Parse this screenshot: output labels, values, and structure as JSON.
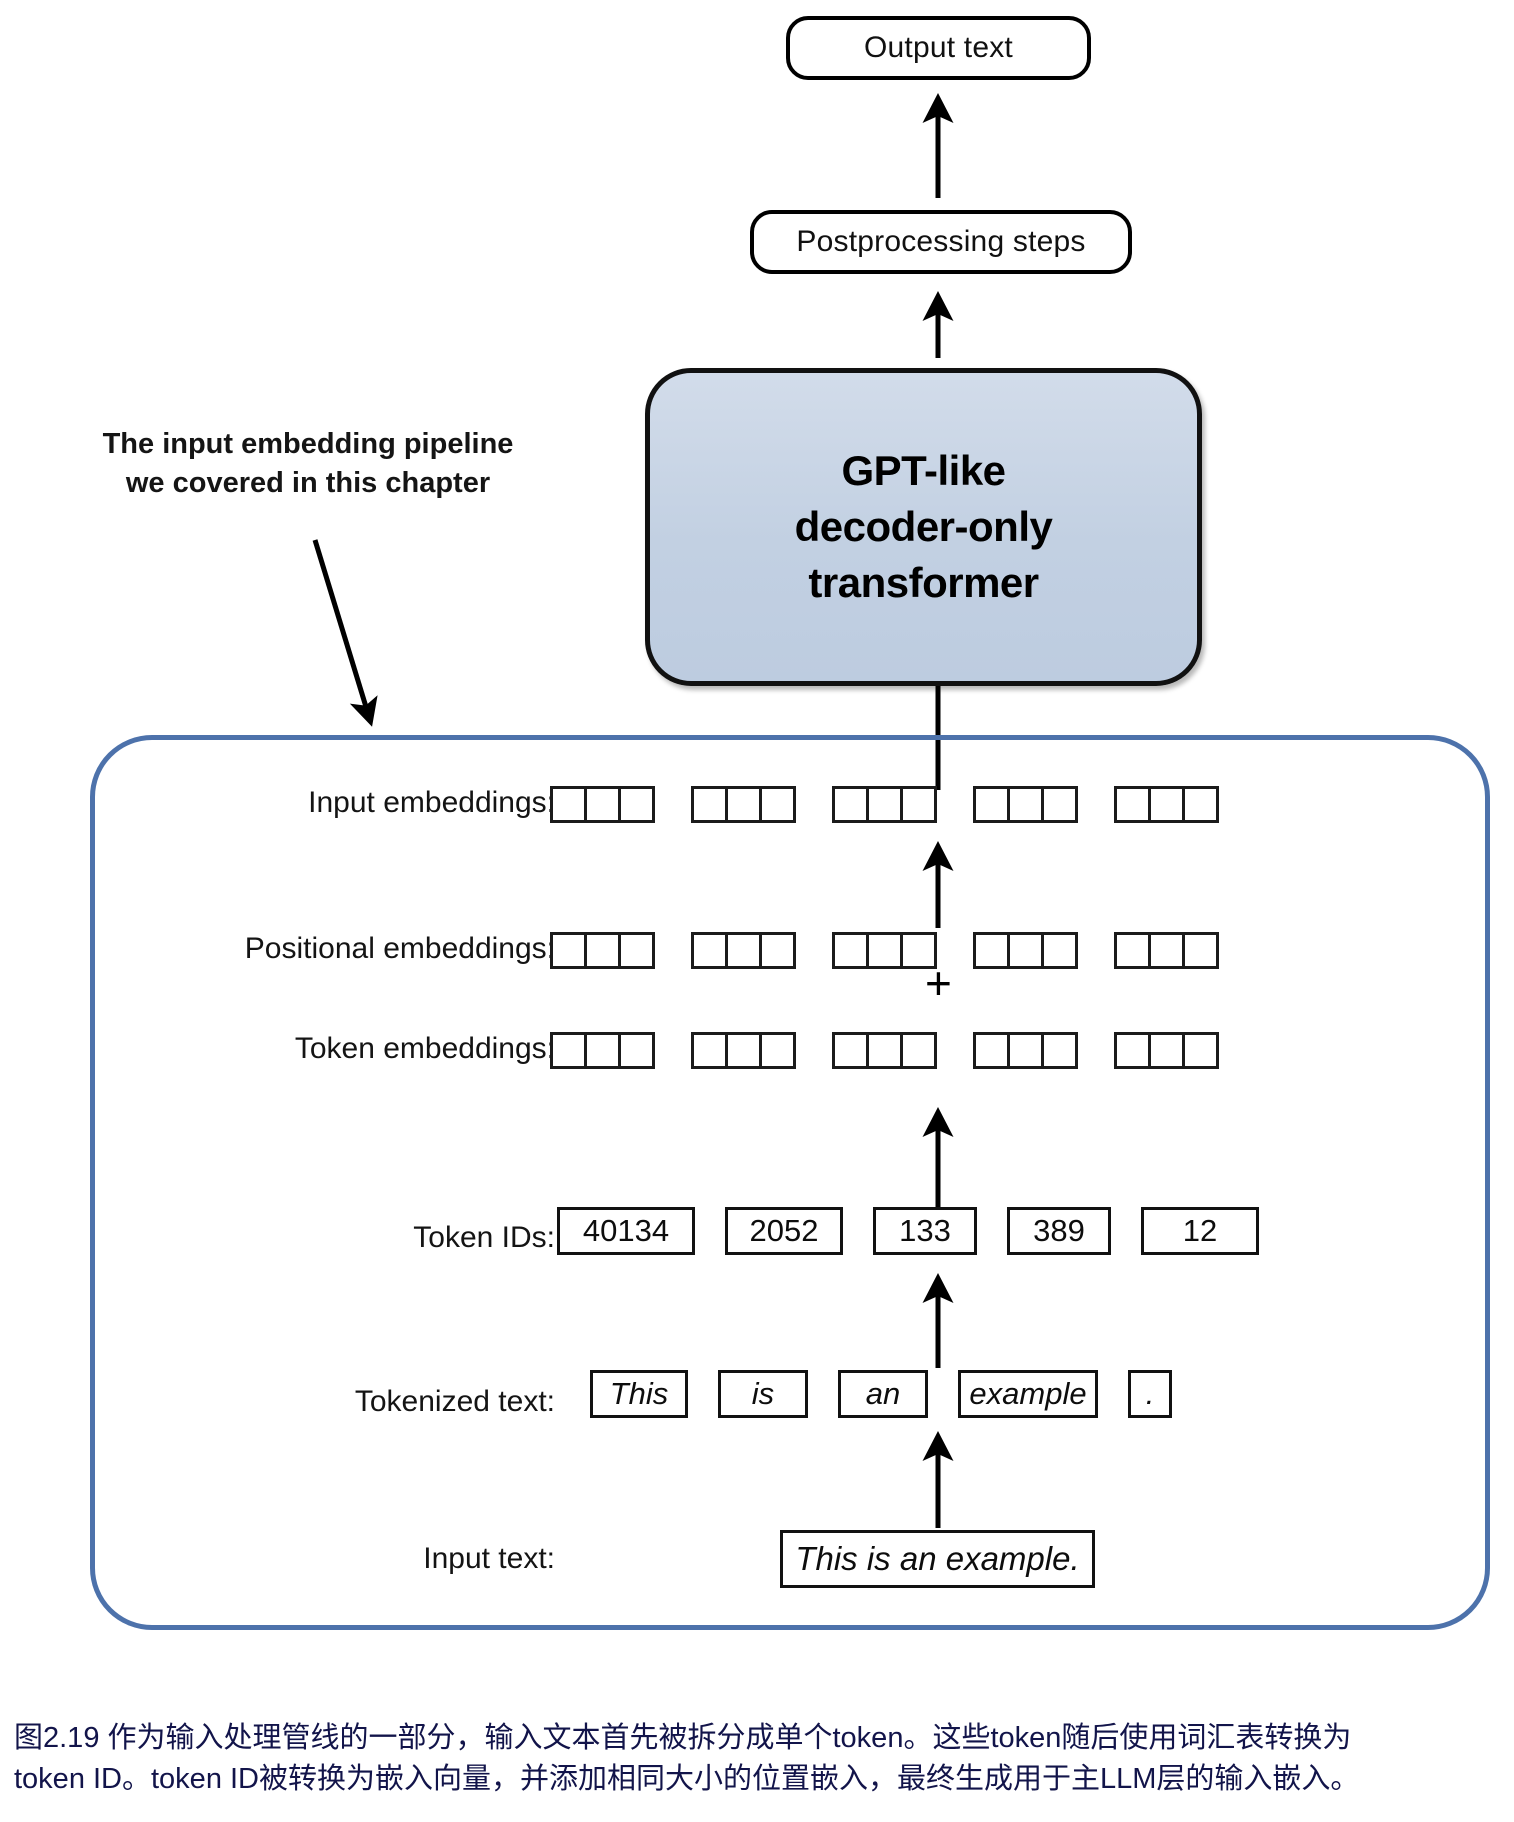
{
  "figure": {
    "title_boxes": {
      "output_text": "Output text",
      "postprocessing": "Postprocessing steps",
      "gpt_block_line1": "GPT-like",
      "gpt_block_line2": "decoder-only",
      "gpt_block_line3": "transformer"
    },
    "annotation": {
      "line1": "The input embedding pipeline",
      "line2": "we covered in this chapter"
    },
    "rows": {
      "input_embeddings_label": "Input embeddings:",
      "positional_embeddings_label": "Positional embeddings:",
      "token_embeddings_label": "Token embeddings:",
      "token_ids_label": "Token IDs:",
      "tokenized_text_label": "Tokenized text:",
      "input_text_label": "Input text:"
    },
    "plus_symbol": "+",
    "token_ids": [
      "40134",
      "2052",
      "133",
      "389",
      "12"
    ],
    "tokenized_text": [
      "This",
      "is",
      "an",
      "example",
      "."
    ],
    "input_text": "This is an example.",
    "embedding_cells_per_group": 3,
    "embedding_groups": 5,
    "colors": {
      "gpt_block_fill": "#c5d3e3",
      "container_border": "#4d72ab",
      "caption_text": "#12144a",
      "box_border": "#111111"
    }
  },
  "caption": {
    "line1": "图2.19 作为输入处理管线的一部分，输入文本首先被拆分成单个token。这些token随后使用词汇表转换为",
    "line2": "token ID。token ID被转换为嵌入向量，并添加相同大小的位置嵌入，最终生成用于主LLM层的输入嵌入。"
  }
}
